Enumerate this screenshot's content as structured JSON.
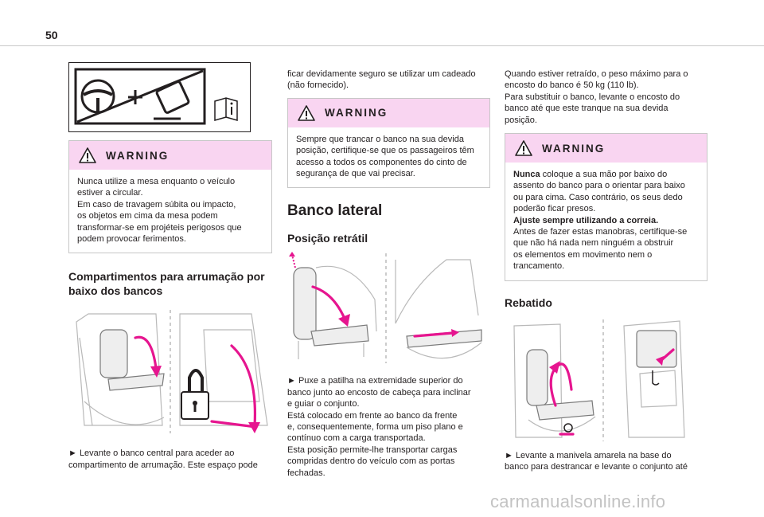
{
  "page": {
    "number": "50"
  },
  "left_column": {
    "pictogram_label": "",
    "warning": {
      "title": "WARNING",
      "lines": [
        "Nunca utilize a mesa enquanto o veículo",
        "estiver a circular.",
        "Em caso de travagem súbita ou impacto,",
        "os objetos em cima da mesa podem",
        "transformar-se em projéteis perigosos que",
        "podem provocar ferimentos."
      ]
    },
    "heading_lines": [
      "Compartimentos para arrumação por",
      "baixo dos bancos"
    ],
    "caption_lines": [
      "► Levante o banco central para aceder ao",
      "compartimento de arrumação. Este espaço pode"
    ]
  },
  "middle_column": {
    "intro_lines": [
      "ficar devidamente seguro se utilizar um cadeado",
      "(não fornecido)."
    ],
    "warning": {
      "title": "WARNING",
      "lines": [
        "Sempre que trancar o banco na sua devida",
        "posição, certifique-se que os passageiros têm",
        "acesso a todos os componentes do cinto de",
        "segurança de que vai precisar."
      ]
    },
    "section_title": "Banco lateral",
    "subsection_title": "Posição retrátil",
    "caption_lines": [
      "► Puxe a patilha na extremidade superior do",
      "banco junto ao encosto de cabeça para inclinar",
      "e guiar o conjunto.",
      "Está colocado em frente ao banco da frente",
      "e, consequentemente, forma um piso plano e",
      "contínuo com a carga transportada.",
      "Esta posição permite-lhe transportar cargas",
      "compridas dentro do veículo com as portas",
      "fechadas."
    ]
  },
  "right_column": {
    "intro_lines": [
      "Quando estiver retraído, o peso máximo para o",
      "encosto do banco é 50 kg (110 lb).",
      "Para substituir o banco, levante o encosto do",
      "banco até que este tranque na sua devida",
      "posição."
    ],
    "warning": {
      "title": "WARNING",
      "nunca_bold": "Nunca",
      "line1_rest": " coloque a sua mão por baixo do",
      "lines_a": [
        "assento do banco para o orientar para baixo",
        "ou para cima. Caso contrário, os seus dedo",
        "poderão ficar presos."
      ],
      "bold_line": "Ajuste sempre utilizando a correia.",
      "lines_b": [
        "Antes de fazer estas manobras, certifique-se",
        "que não há nada nem ninguém a obstruir",
        "os elementos em movimento nem o",
        "trancamento."
      ]
    },
    "subsection_title": "Rebatido",
    "caption_lines": [
      "► Levante a manivela amarela na base do",
      "banco para destrancar e levante o conjunto até"
    ]
  },
  "watermark": "carmanualsonline.info",
  "colors": {
    "warning_band": "#f9d5f1",
    "accent_arrow": "#e6158f",
    "text": "#231f20"
  },
  "icons": [
    "warning-triangle-icon",
    "no-steering-table-pictogram",
    "manual-info-icon"
  ]
}
